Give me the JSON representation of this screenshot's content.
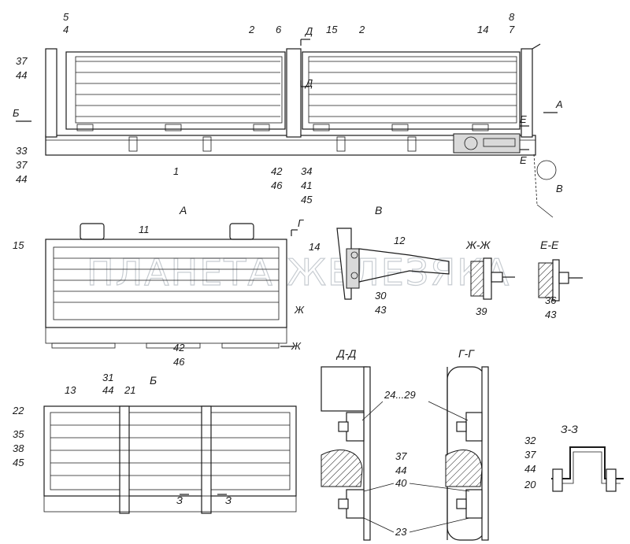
{
  "watermark": "ПЛАНЕТА ЖЕЛЕЗЯКА",
  "views": {
    "A": "А",
    "B": "Б",
    "V": "В",
    "DD": "Д-Д",
    "GG": "Г-Г",
    "ZhZh": "Ж-Ж",
    "EE": "Е-Е",
    "ZZ": "З-З"
  },
  "section_marks": {
    "D": "Д",
    "A": "А",
    "B": "Б",
    "E": "Е",
    "V": "В",
    "G": "Г",
    "Zh": "Ж",
    "Z": "З"
  },
  "callouts": {
    "top": {
      "n5": "5",
      "n4": "4",
      "n37a": "37",
      "n44a": "44",
      "n2a": "2",
      "n6": "6",
      "n15": "15",
      "n2b": "2",
      "n14": "14",
      "n8": "8",
      "n7": "7",
      "n33": "33",
      "n37b": "37",
      "n44b": "44",
      "n1": "1",
      "n42": "42",
      "n46": "46",
      "n34": "34",
      "n41": "41",
      "n45": "45"
    },
    "viewA": {
      "n11": "11",
      "n15": "15",
      "n14": "14",
      "n42": "42",
      "n46": "46"
    },
    "viewV": {
      "n12": "12",
      "n30": "30",
      "n43": "43"
    },
    "viewZhZh": {
      "n39": "39"
    },
    "viewEE": {
      "n36": "36",
      "n43": "43"
    },
    "viewB": {
      "n31": "31",
      "n44": "44",
      "n21": "21",
      "n13": "13",
      "n22": "22",
      "n35": "35",
      "n38": "38",
      "n45": "45"
    },
    "viewDD": {
      "n24_29": "24...29",
      "n37": "37",
      "n44": "44",
      "n40": "40",
      "n23": "23"
    },
    "viewZZ": {
      "n32": "32",
      "n37": "37",
      "n44": "44",
      "n20": "20"
    }
  }
}
